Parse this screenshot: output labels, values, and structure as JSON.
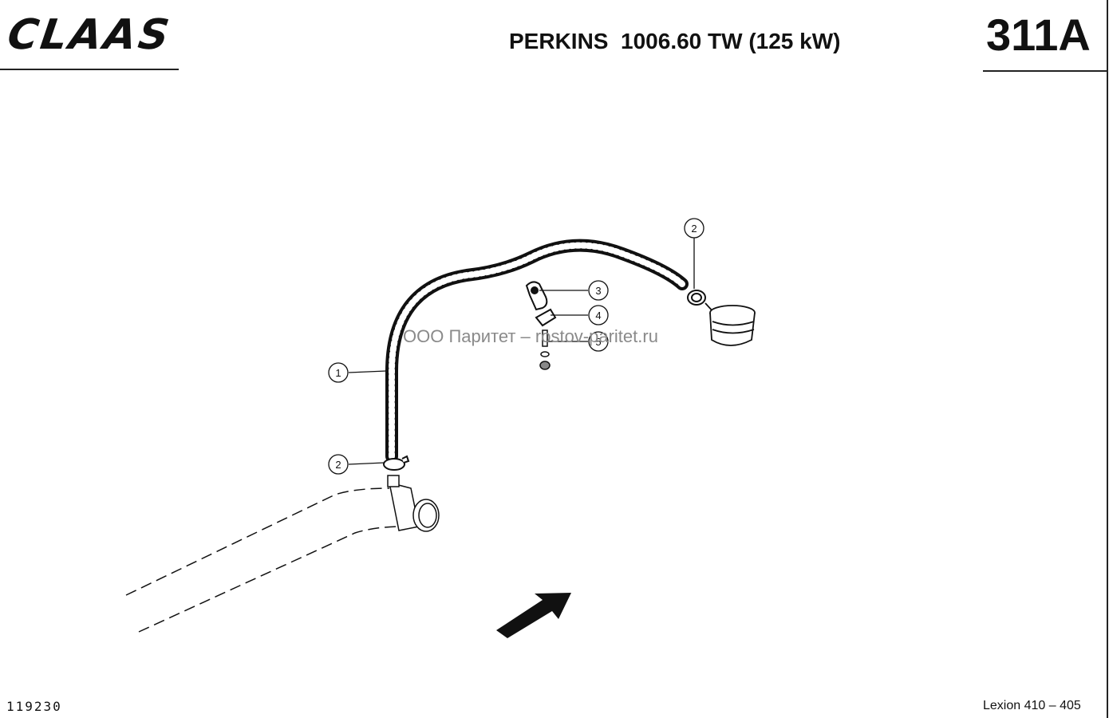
{
  "header": {
    "logo_text": "CLAAS",
    "title": "PERKINS  1006.60 TW (125 kW)",
    "page_code": "311A"
  },
  "footer": {
    "drawing_id": "119230",
    "model": "Lexion 410 – 405"
  },
  "watermark": "ООО Паритет – rostov-paritet.ru",
  "callouts": [
    "1",
    "2",
    "2",
    "3",
    "4",
    "5"
  ],
  "colors": {
    "line": "#111111",
    "watermark": "#8a8a8a"
  }
}
